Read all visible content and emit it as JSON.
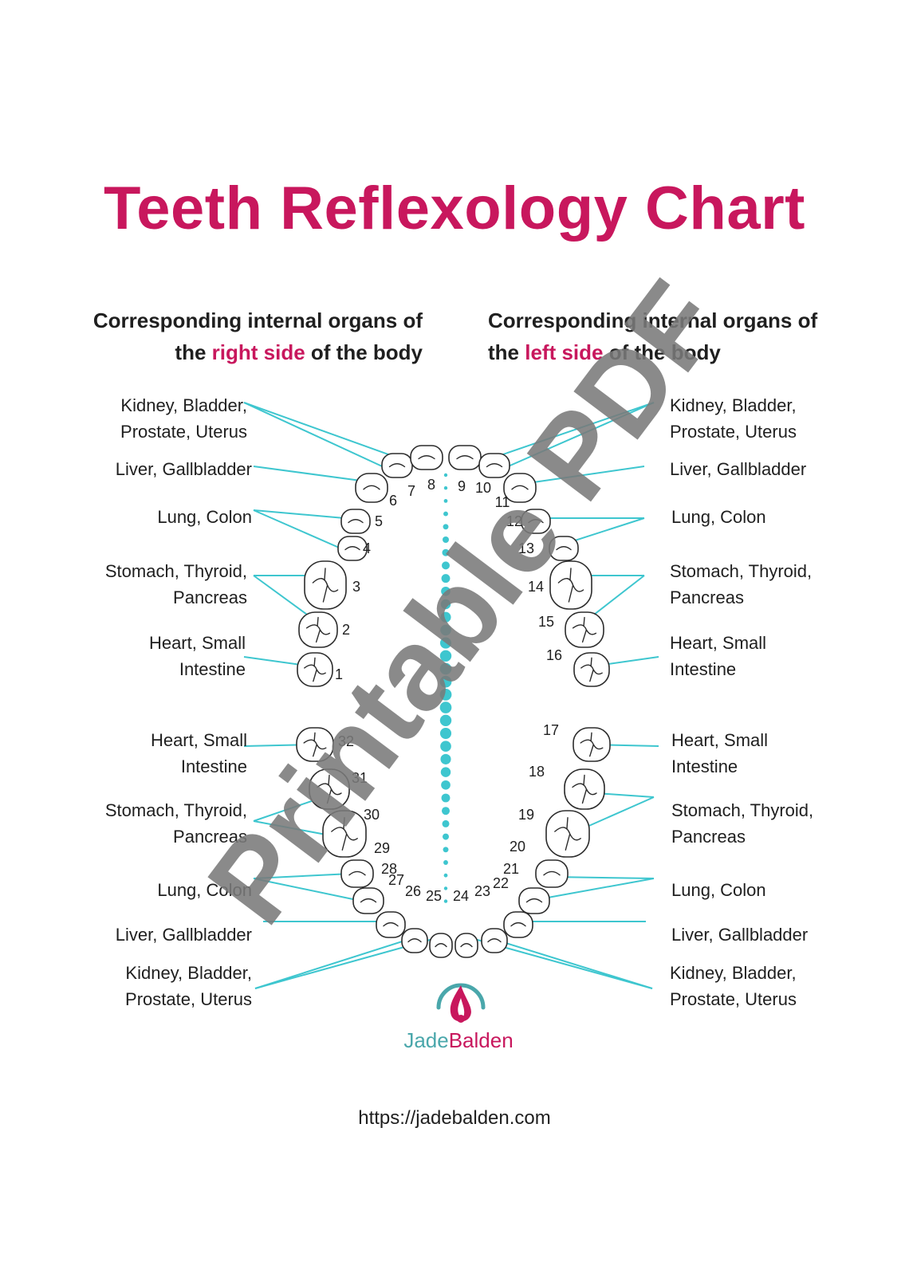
{
  "title": "Teeth Reflexology Chart",
  "colors": {
    "accent": "#c8175d",
    "line": "#3ec6cf",
    "tooth_outline": "#2b2b2b",
    "watermark": "#7a7a7a"
  },
  "header_left": {
    "line1": "Corresponding internal organs of",
    "line2_pre": "the ",
    "line2_highlight": "right side",
    "line2_post": " of the body"
  },
  "header_right": {
    "line1": "Corresponding internal organs of",
    "line2_pre": "the ",
    "line2_highlight": "left side",
    "line2_post": " of the body"
  },
  "labels": {
    "upper_right_side": [
      {
        "l1": "Kidney, Bladder,",
        "l2": "Prostate, Uterus"
      },
      {
        "l1": "Liver, Gallbladder",
        "l2": ""
      },
      {
        "l1": "Lung, Colon",
        "l2": ""
      },
      {
        "l1": "Stomach, Thyroid,",
        "l2": "Pancreas"
      },
      {
        "l1": "Heart, Small",
        "l2": "Intestine"
      }
    ],
    "upper_left_side": [
      {
        "l1": "Kidney, Bladder,",
        "l2": "Prostate, Uterus"
      },
      {
        "l1": "Liver, Gallbladder",
        "l2": ""
      },
      {
        "l1": "Lung, Colon",
        "l2": ""
      },
      {
        "l1": "Stomach, Thyroid,",
        "l2": "Pancreas"
      },
      {
        "l1": "Heart, Small",
        "l2": "Intestine"
      }
    ],
    "lower_right_side": [
      {
        "l1": "Heart, Small",
        "l2": "Intestine"
      },
      {
        "l1": "Stomach, Thyroid,",
        "l2": "Pancreas"
      },
      {
        "l1": "Lung, Colon",
        "l2": ""
      },
      {
        "l1": "Liver, Gallbladder",
        "l2": ""
      },
      {
        "l1": "Kidney, Bladder,",
        "l2": "Prostate, Uterus"
      }
    ],
    "lower_left_side": [
      {
        "l1": "Heart, Small",
        "l2": "Intestine"
      },
      {
        "l1": "Stomach, Thyroid,",
        "l2": "Pancreas"
      },
      {
        "l1": "Lung, Colon",
        "l2": ""
      },
      {
        "l1": "Liver, Gallbladder",
        "l2": ""
      },
      {
        "l1": "Kidney, Bladder,",
        "l2": "Prostate, Uterus"
      }
    ]
  },
  "tooth_numbers": [
    "1",
    "2",
    "3",
    "4",
    "5",
    "6",
    "7",
    "8",
    "9",
    "10",
    "11",
    "12",
    "13",
    "14",
    "15",
    "16",
    "17",
    "18",
    "19",
    "20",
    "21",
    "22",
    "23",
    "24",
    "25",
    "26",
    "27",
    "28",
    "29",
    "30",
    "31",
    "32"
  ],
  "brand": {
    "first": "Jade",
    "second": "Balden",
    "icon": "flame-drop-logo-icon"
  },
  "url": "https://jadebalden.com",
  "watermark": "Printable PDF"
}
